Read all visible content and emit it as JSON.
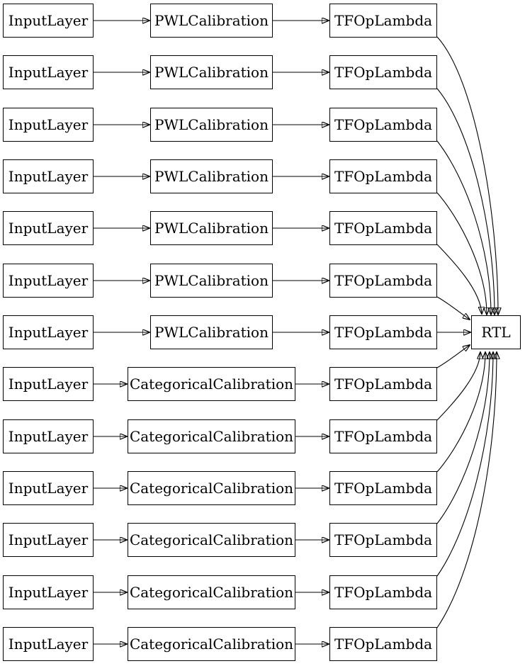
{
  "diagram": {
    "type": "keras-model-graph",
    "colors": {
      "background": "#ffffff",
      "node_border": "#000000",
      "node_fill": "#ffffff",
      "edge": "#000000",
      "text": "#000000"
    },
    "output_node": {
      "label": "RTL"
    },
    "rows": [
      {
        "input": "InputLayer",
        "calibration": "PWLCalibration",
        "lambda": "TFOpLambda"
      },
      {
        "input": "InputLayer",
        "calibration": "PWLCalibration",
        "lambda": "TFOpLambda"
      },
      {
        "input": "InputLayer",
        "calibration": "PWLCalibration",
        "lambda": "TFOpLambda"
      },
      {
        "input": "InputLayer",
        "calibration": "PWLCalibration",
        "lambda": "TFOpLambda"
      },
      {
        "input": "InputLayer",
        "calibration": "PWLCalibration",
        "lambda": "TFOpLambda"
      },
      {
        "input": "InputLayer",
        "calibration": "PWLCalibration",
        "lambda": "TFOpLambda"
      },
      {
        "input": "InputLayer",
        "calibration": "PWLCalibration",
        "lambda": "TFOpLambda"
      },
      {
        "input": "InputLayer",
        "calibration": "CategoricalCalibration",
        "lambda": "TFOpLambda"
      },
      {
        "input": "InputLayer",
        "calibration": "CategoricalCalibration",
        "lambda": "TFOpLambda"
      },
      {
        "input": "InputLayer",
        "calibration": "CategoricalCalibration",
        "lambda": "TFOpLambda"
      },
      {
        "input": "InputLayer",
        "calibration": "CategoricalCalibration",
        "lambda": "TFOpLambda"
      },
      {
        "input": "InputLayer",
        "calibration": "CategoricalCalibration",
        "lambda": "TFOpLambda"
      },
      {
        "input": "InputLayer",
        "calibration": "CategoricalCalibration",
        "lambda": "TFOpLambda"
      }
    ]
  }
}
